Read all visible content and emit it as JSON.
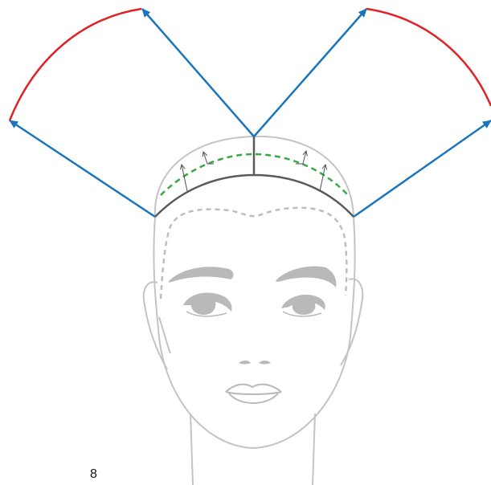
{
  "page": {
    "number": "8"
  },
  "colors": {
    "head_outline": "#c4c4c4",
    "feature_gray": "#b9b9b9",
    "section_line": "#5a5a5a",
    "guide_arrow": "#1b75bc",
    "elevation_arc": "#e02227",
    "projection_dashed": "#39a845",
    "hairline_dashed": "#bdbdbd",
    "small_arrow": "#555555"
  },
  "icons": {
    "guide_arrowhead": "triangle-arrowhead",
    "small_arrowhead": "open-arrowhead"
  }
}
